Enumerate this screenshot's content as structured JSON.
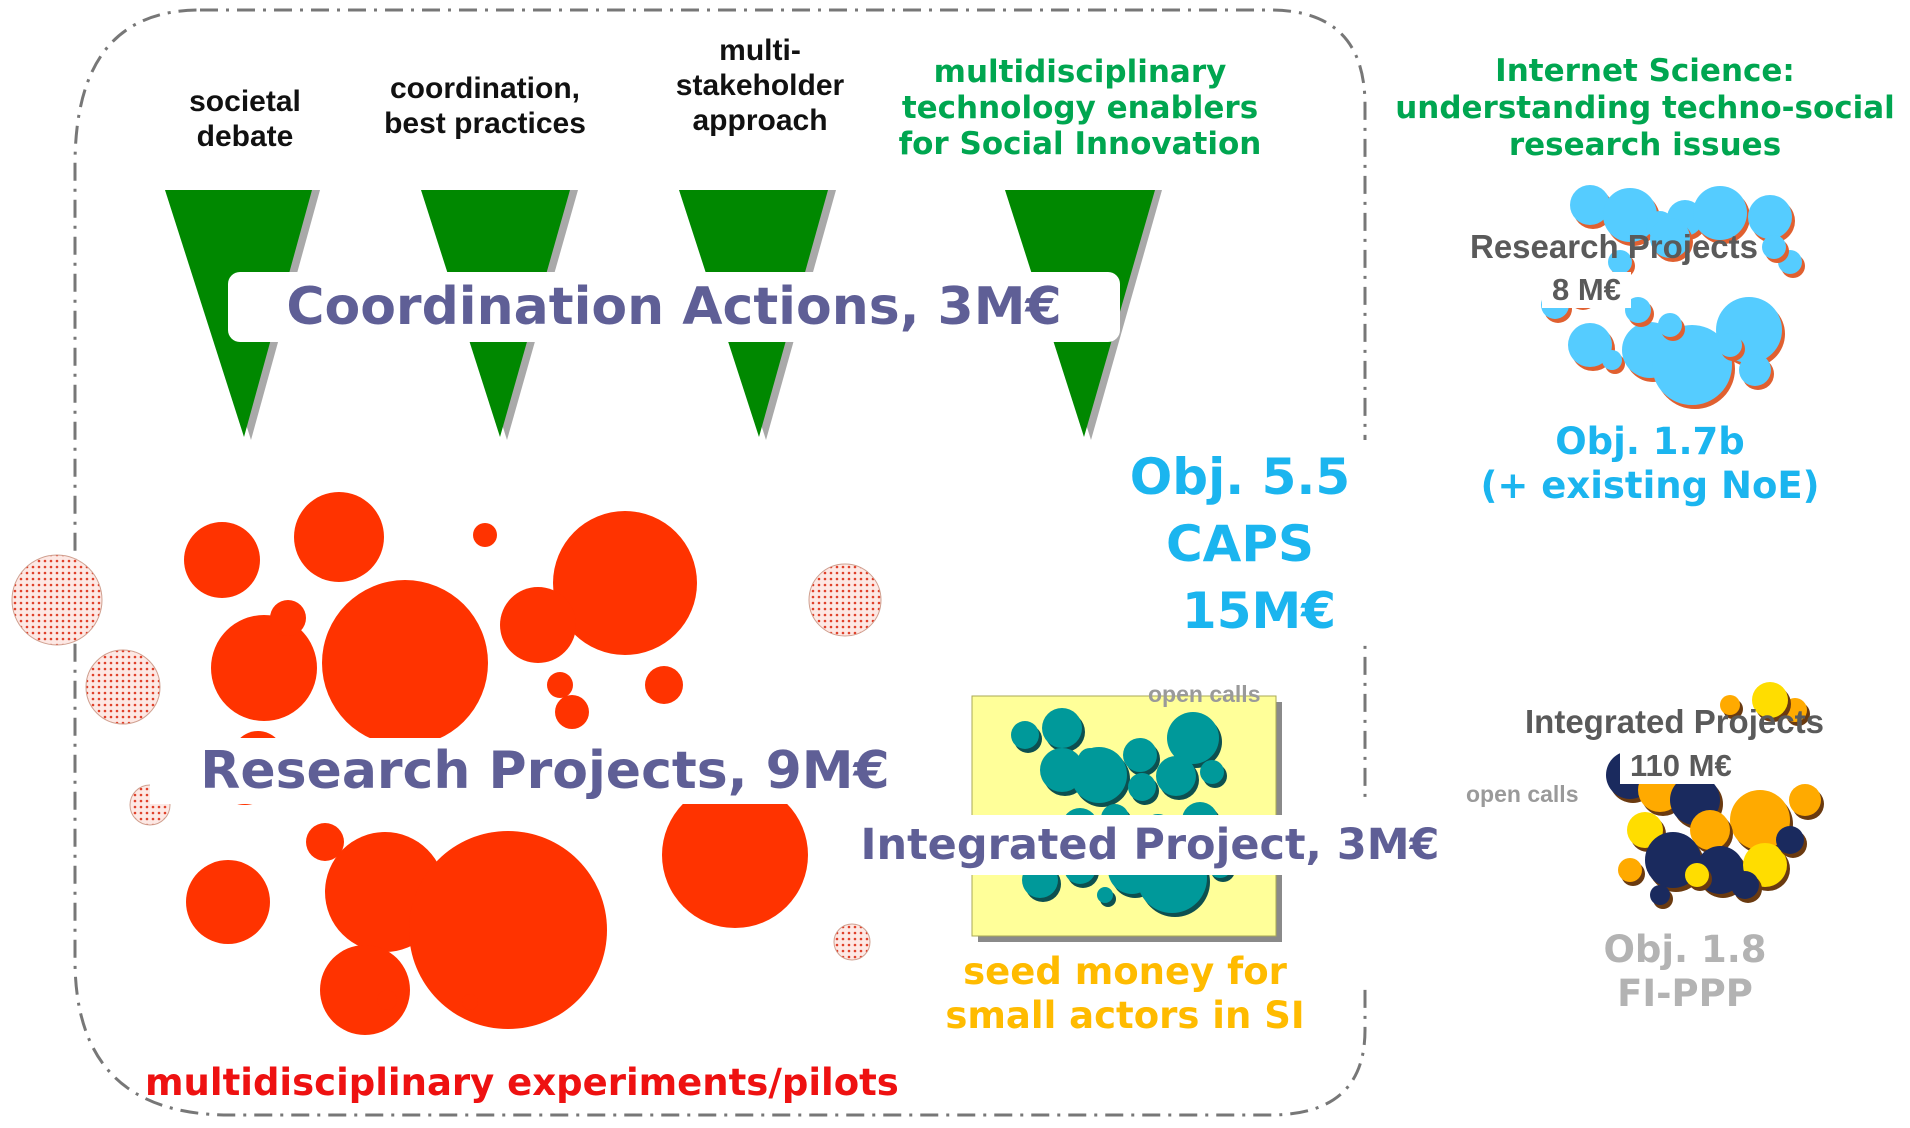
{
  "stakeholder_labels": [
    {
      "lines": [
        "societal",
        "debate"
      ]
    },
    {
      "lines": [
        "coordination,",
        "best practices"
      ]
    },
    {
      "lines": [
        "multi-",
        "stakeholder",
        "approach"
      ]
    }
  ],
  "enablers": {
    "lines": [
      "multidisciplinary",
      "technology enablers",
      "for Social Innovation"
    ]
  },
  "coordination_actions": "Coordination Actions, 3M€",
  "research_projects": "Research Projects, 9M€",
  "integrated_project": "Integrated Project, 3M€",
  "open_calls_label": "open calls",
  "objective_55": {
    "lines": [
      "Obj. 5.5",
      "CAPS",
      "15M€"
    ]
  },
  "seed_money": {
    "lines": [
      "seed money for",
      "small actors in SI"
    ]
  },
  "experiments": "multidisciplinary experiments/pilots",
  "internet_science": {
    "heading": [
      "Internet Science:",
      "understanding techno-social",
      "research issues"
    ],
    "projects_title": "Research Projects",
    "projects_amount": "8 M€",
    "objective": [
      "Obj. 1.7b",
      "(+ existing NoE)"
    ]
  },
  "fi_ppp": {
    "projects_title": "Integrated Projects",
    "projects_amount": "110 M€",
    "open_calls": "open calls",
    "objective": [
      "Obj. 1.8",
      "FI-PPP"
    ]
  },
  "colors": {
    "funnel_green": "#008800",
    "bubble_red": "#ff3300",
    "bubble_teal": "#00999a",
    "bubble_sky": "#55ccff",
    "bubble_gold": "#ffaa00",
    "bubble_navy": "#1a2a5e",
    "seed_box": "#ffff99",
    "label_green": "#00a650",
    "label_blue": "#1bb5ef",
    "label_orange": "#ffbb00",
    "label_red": "#ee1111",
    "banner_text": "#5f5f96"
  }
}
